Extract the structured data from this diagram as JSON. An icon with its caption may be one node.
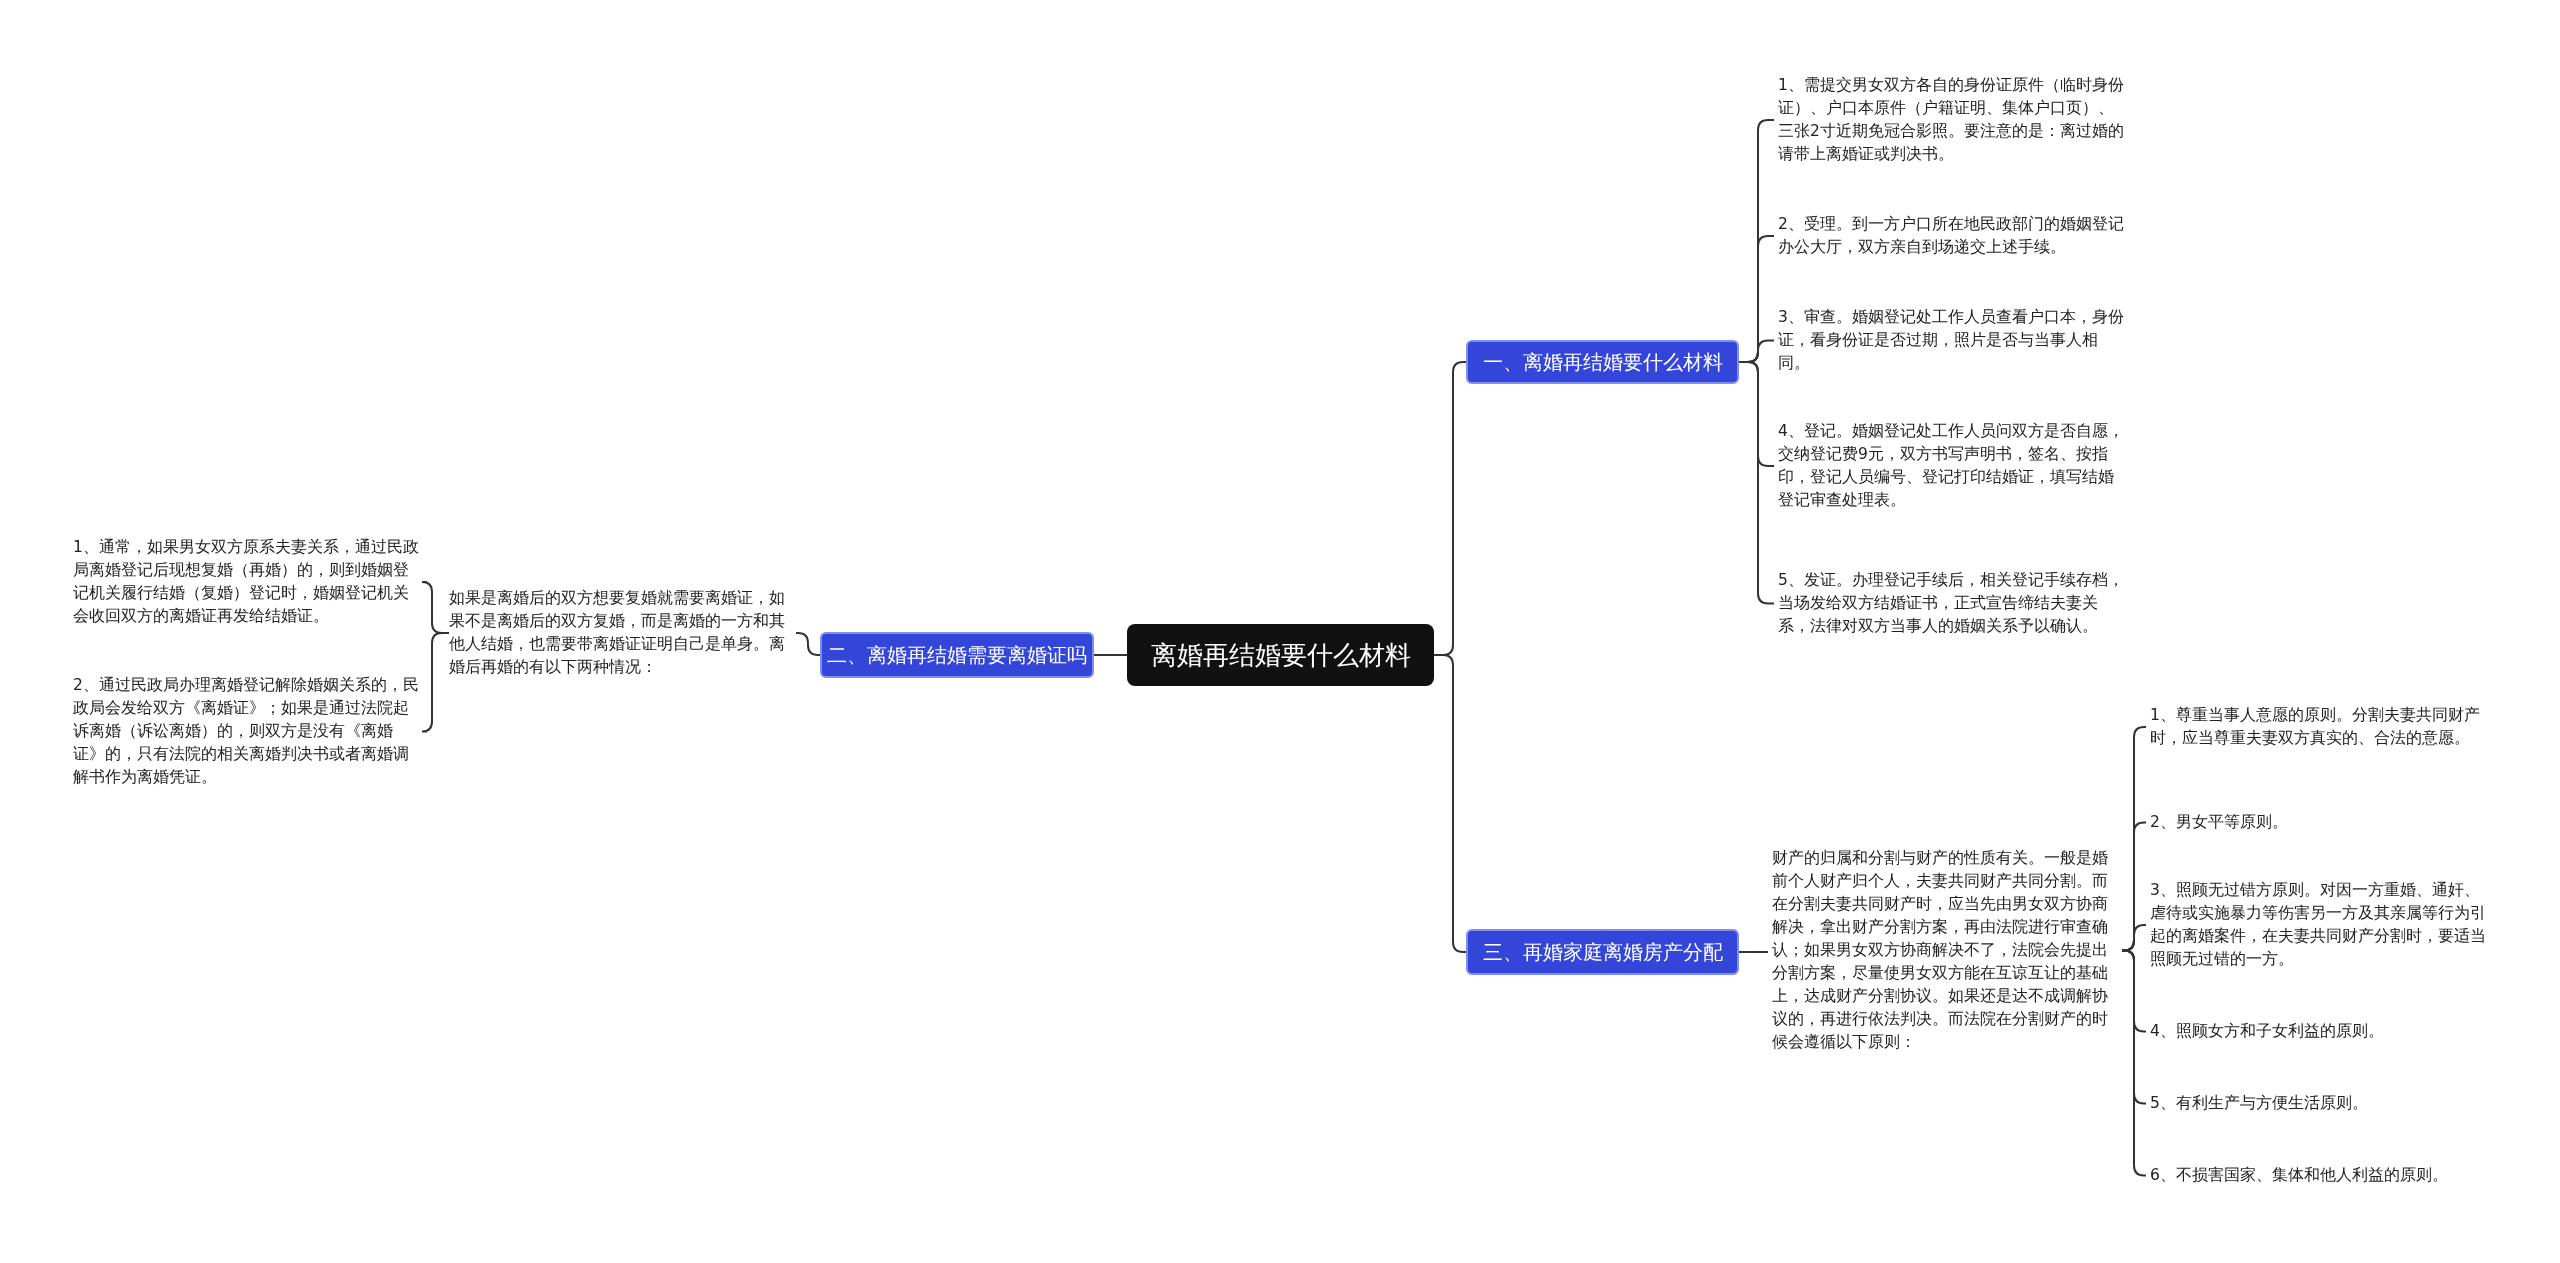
{
  "diagram": {
    "nodes": [
      {
        "text": [
          "离婚再结婚要什么材料"
        ]
      },
      {
        "text": [
          "一、离婚再结婚要什么材料"
        ]
      },
      {
        "text": [
          "1、需提交男女双方各自的身份证原件（临时身份证）、户口本原件（户籍证明、集体户口页）、三张2寸近期免冠合影照。要注意的是：离过婚的请带上离婚证或判决书。"
        ]
      },
      {
        "text": [
          "2、受理。到一方户口所在地民政部门的婚姻登记办公大厅，双方亲自到场递交上述手续。"
        ]
      },
      {
        "text": [
          "3、审查。婚姻登记处工作人员查看户口本，身份证，看身份证是否过期，照片是否与当事人相同。"
        ]
      },
      {
        "text": [
          "4、登记。婚姻登记处工作人员问双方是否自愿，交纳登记费9元，双方书写声明书，签名、按指印，登记人员编号、登记打印结婚证，填写结婚登记审查处理表。"
        ]
      },
      {
        "text": [
          "5、发证。办理登记手续后，相关登记手续存档，当场发给双方结婚证书，正式宣告缔结夫妻关系，法律对双方当事人的婚姻关系予以确认。"
        ]
      },
      {
        "text": [
          "二、离婚再结婚需要离婚证吗"
        ]
      },
      {
        "text": [
          "如果是离婚后的双方想要复婚就需要离婚证，如果不是离婚后的双方复婚，而是离婚的一方和其他人结婚，也需要带离婚证证明自己是单身。离婚后再婚的有以下两种情况："
        ]
      },
      {
        "text": [
          "1、通常，如果男女双方原系夫妻关系，通过民政局离婚登记后现想复婚（再婚）的，则到婚姻登记机关履行结婚（复婚）登记时，婚姻登记机关会收回双方的离婚证再发给结婚证。"
        ]
      },
      {
        "text": [
          "2、通过民政局办理离婚登记解除婚姻关系的，民政局会发给双方《离婚证》；如果是通过法院起诉离婚（诉讼离婚）的，则双方是没有《离婚证》的，只有法院的相关离婚判决书或者离婚调解书作为离婚凭证。"
        ]
      },
      {
        "text": [
          "三、再婚家庭离婚房产分配"
        ]
      },
      {
        "text": [
          "财产的归属和分割与财产的性质有关。一般是婚前个人财产归个人，夫妻共同财产共同分割。而在分割夫妻共同财产时，应当先由男女双方协商解决，拿出财产分割方案，再由法院进行审查确认；如果男女双方协商解决不了，法院会先提出分割方案，尽量使男女双方能在互谅互让的基础上，达成财产分割协议。如果还是达不成调解协议的，再进行依法判决。而法院在分割财产的时候会遵循以下原则："
        ]
      },
      {
        "text": [
          "1、尊重当事人意愿的原则。分割夫妻共同财产时，应当尊重夫妻双方真实的、合法的意愿。"
        ]
      },
      {
        "text": [
          "2、男女平等原则。"
        ]
      },
      {
        "text": [
          "3、照顾无过错方原则。对因一方重婚、通奸、虐待或实施暴力等伤害另一方及其亲属等行为引起的离婚案件，在夫妻共同财产分割时，要适当照顾无过错的一方。"
        ]
      },
      {
        "text": [
          "4、照顾女方和子女利益的原则。"
        ]
      },
      {
        "text": [
          "5、有利生产与方便生活原则。"
        ]
      },
      {
        "text": [
          "6、不损害国家、集体和他人利益的原则。"
        ]
      }
    ],
    "edges": [
      {
        "from": 0,
        "to": 1,
        "arrow": "none"
      },
      {
        "from": 0,
        "to": 7,
        "arrow": "none"
      },
      {
        "from": 0,
        "to": 11,
        "arrow": "none"
      },
      {
        "from": 1,
        "to": 2,
        "arrow": "none"
      },
      {
        "from": 1,
        "to": 3,
        "arrow": "none"
      },
      {
        "from": 1,
        "to": 4,
        "arrow": "none"
      },
      {
        "from": 1,
        "to": 5,
        "arrow": "none"
      },
      {
        "from": 1,
        "to": 6,
        "arrow": "none"
      },
      {
        "from": 7,
        "to": 8,
        "arrow": "none"
      },
      {
        "from": 8,
        "to": 9,
        "arrow": "none"
      },
      {
        "from": 8,
        "to": 10,
        "arrow": "none"
      },
      {
        "from": 11,
        "to": 12,
        "arrow": "none"
      },
      {
        "from": 12,
        "to": 13,
        "arrow": "none"
      },
      {
        "from": 12,
        "to": 14,
        "arrow": "none"
      },
      {
        "from": 12,
        "to": 15,
        "arrow": "none"
      },
      {
        "from": 12,
        "to": 16,
        "arrow": "none"
      },
      {
        "from": 12,
        "to": 17,
        "arrow": "none"
      },
      {
        "from": 12,
        "to": 18,
        "arrow": "none"
      }
    ]
  }
}
